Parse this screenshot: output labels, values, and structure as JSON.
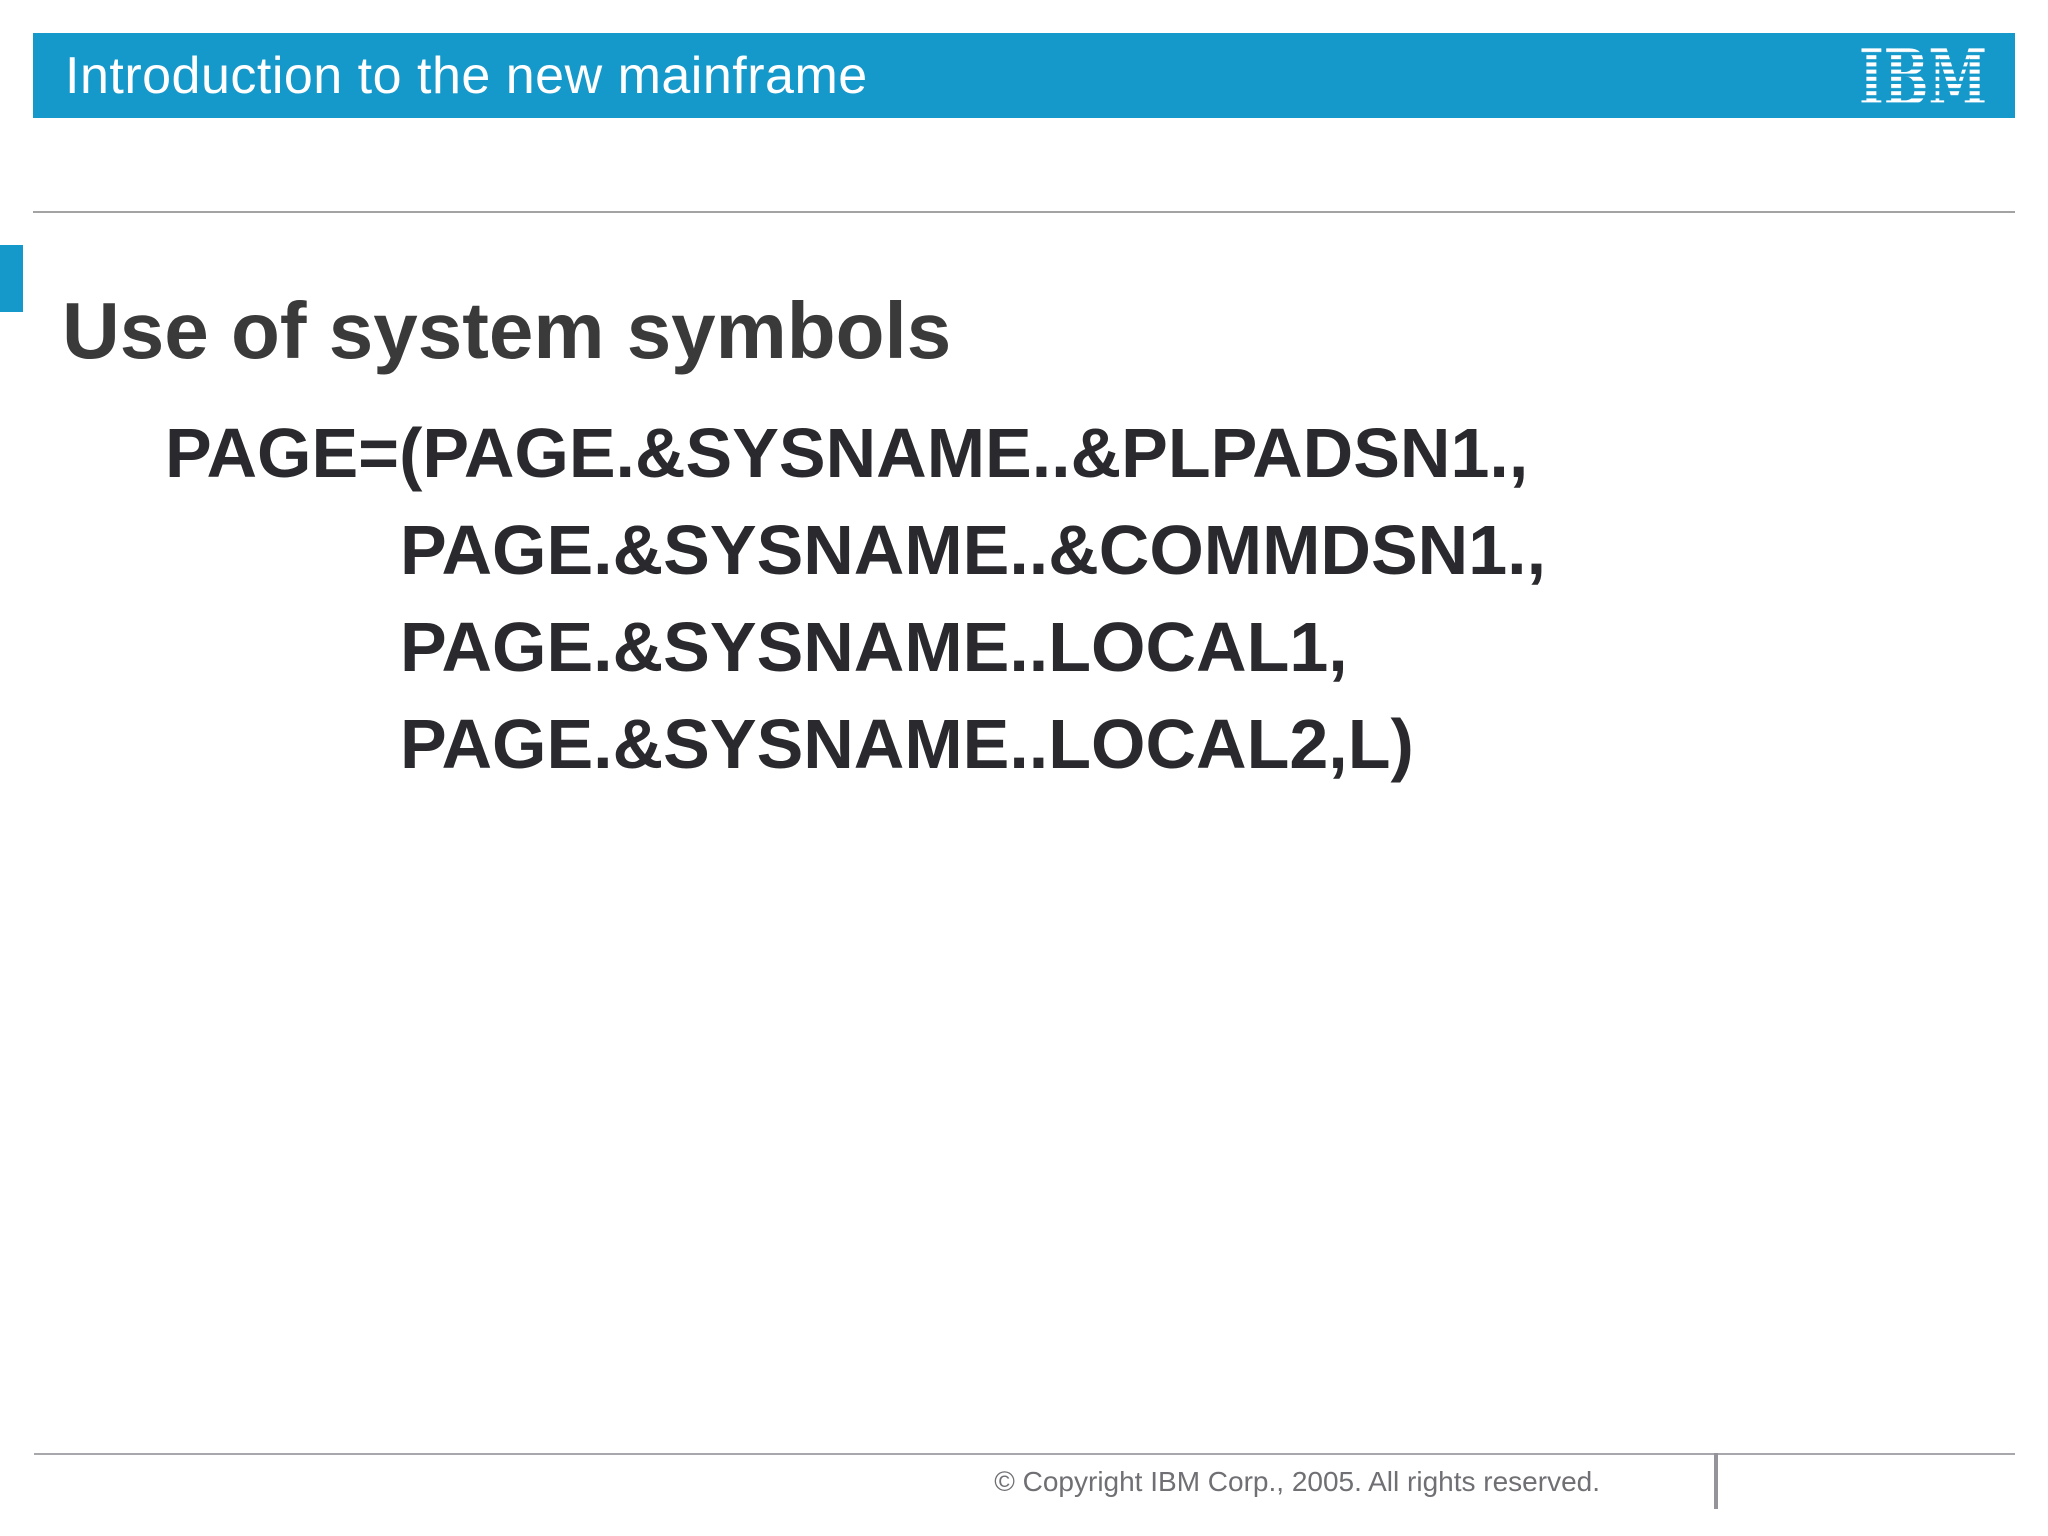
{
  "header": {
    "title": "Introduction to the new mainframe",
    "logo_text": "IBM",
    "bar_color": "#1598CA"
  },
  "slide": {
    "title": "Use of system symbols",
    "accent_color": "#1598CA"
  },
  "body": {
    "lines": [
      "PAGE=(PAGE.&SYSNAME..&PLPADSN1.,",
      "PAGE.&SYSNAME..&COMMDSN1.,",
      "PAGE.&SYSNAME..LOCAL1,",
      "PAGE.&SYSNAME..LOCAL2,L)"
    ]
  },
  "footer": {
    "copyright": "© Copyright IBM Corp., 2005. All rights reserved."
  }
}
